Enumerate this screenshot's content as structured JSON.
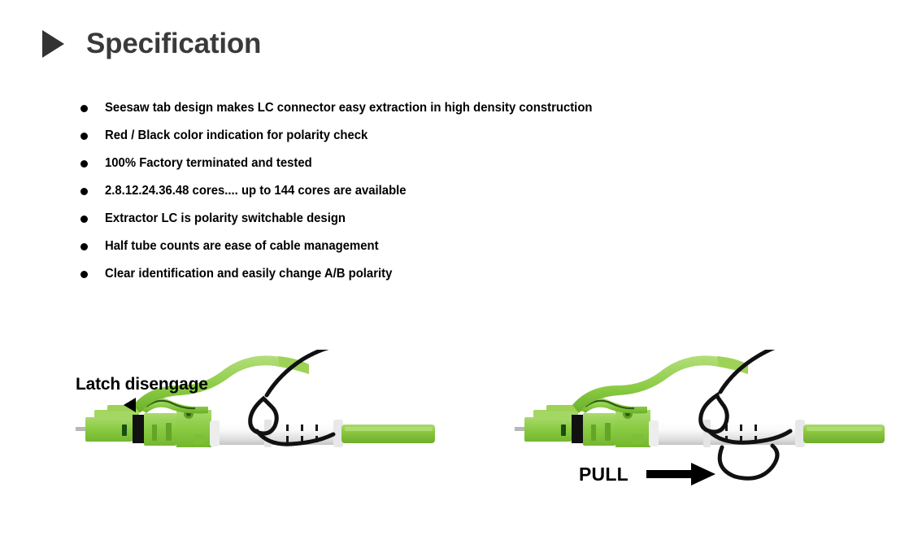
{
  "heading": {
    "marker_icon": "triangle-right-icon",
    "title": "Specification"
  },
  "specifications": {
    "bullet_icon": "bullet-dot-icon",
    "items": [
      "Seesaw tab design makes LC connector easy extraction in high density construction",
      "Red / Black color indication for polarity check",
      "100% Factory terminated and tested",
      "2.8.12.24.36.48 cores.... up to 144 cores are available",
      "Extractor LC is polarity switchable design",
      "Half tube counts are ease of cable management",
      "Clear identification and easily change A/B polarity"
    ]
  },
  "figures": {
    "left": {
      "callout_label": "Latch disengage",
      "callout_arrow_icon": "triangle-left-icon",
      "alt": "LC connector with seesaw tab, fingers gripping tube"
    },
    "right": {
      "callout_label": "PULL",
      "callout_arrow_icon": "arrow-right-icon",
      "alt": "LC connector being pulled out by fingers"
    }
  },
  "colors": {
    "heading_text": "#3a3a3a",
    "body_text": "#000000",
    "background": "#ffffff",
    "connector_green": "#8cc63f",
    "connector_green_light": "#a8d96a",
    "connector_green_dark": "#6fae2e",
    "tube_white": "#f2f2f2",
    "tube_shadow": "#cfcfcf",
    "outline_black": "#111111"
  }
}
